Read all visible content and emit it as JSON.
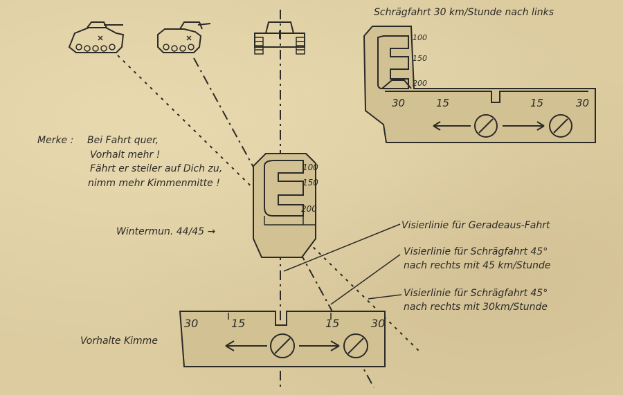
{
  "title_top": "Schrägfahrt  30 km/Stunde nach links",
  "note": {
    "prefix": "Merke :",
    "lines": [
      "Bei Fahrt quer,",
      "Vorhalt mehr !",
      "Fährt er steiler auf Dich zu,",
      "nimm mehr Kimmenmitte !"
    ]
  },
  "sight_label": "Wintermun. 44/45 →",
  "sight_scale": [
    "100",
    "150",
    "200"
  ],
  "callouts": {
    "straight": "Visierlinie für Geradeaus-Fahrt",
    "diag45_fast": [
      "Visierlinie für Schrägfahrt 45°",
      "nach rechts mit 45 km/Stunde"
    ],
    "diag45_slow": [
      "Visierlinie für Schrägfahrt 45°",
      "nach rechts mit 30km/Stunde"
    ]
  },
  "bottom_label": "Vorhalte Kimme",
  "notch_scale": [
    "30",
    "15",
    "15",
    "30"
  ],
  "icons": [
    "tank-side-icon",
    "tank-side-icon",
    "tank-front-icon",
    "arrow-left-icon",
    "arrow-right-icon"
  ]
}
